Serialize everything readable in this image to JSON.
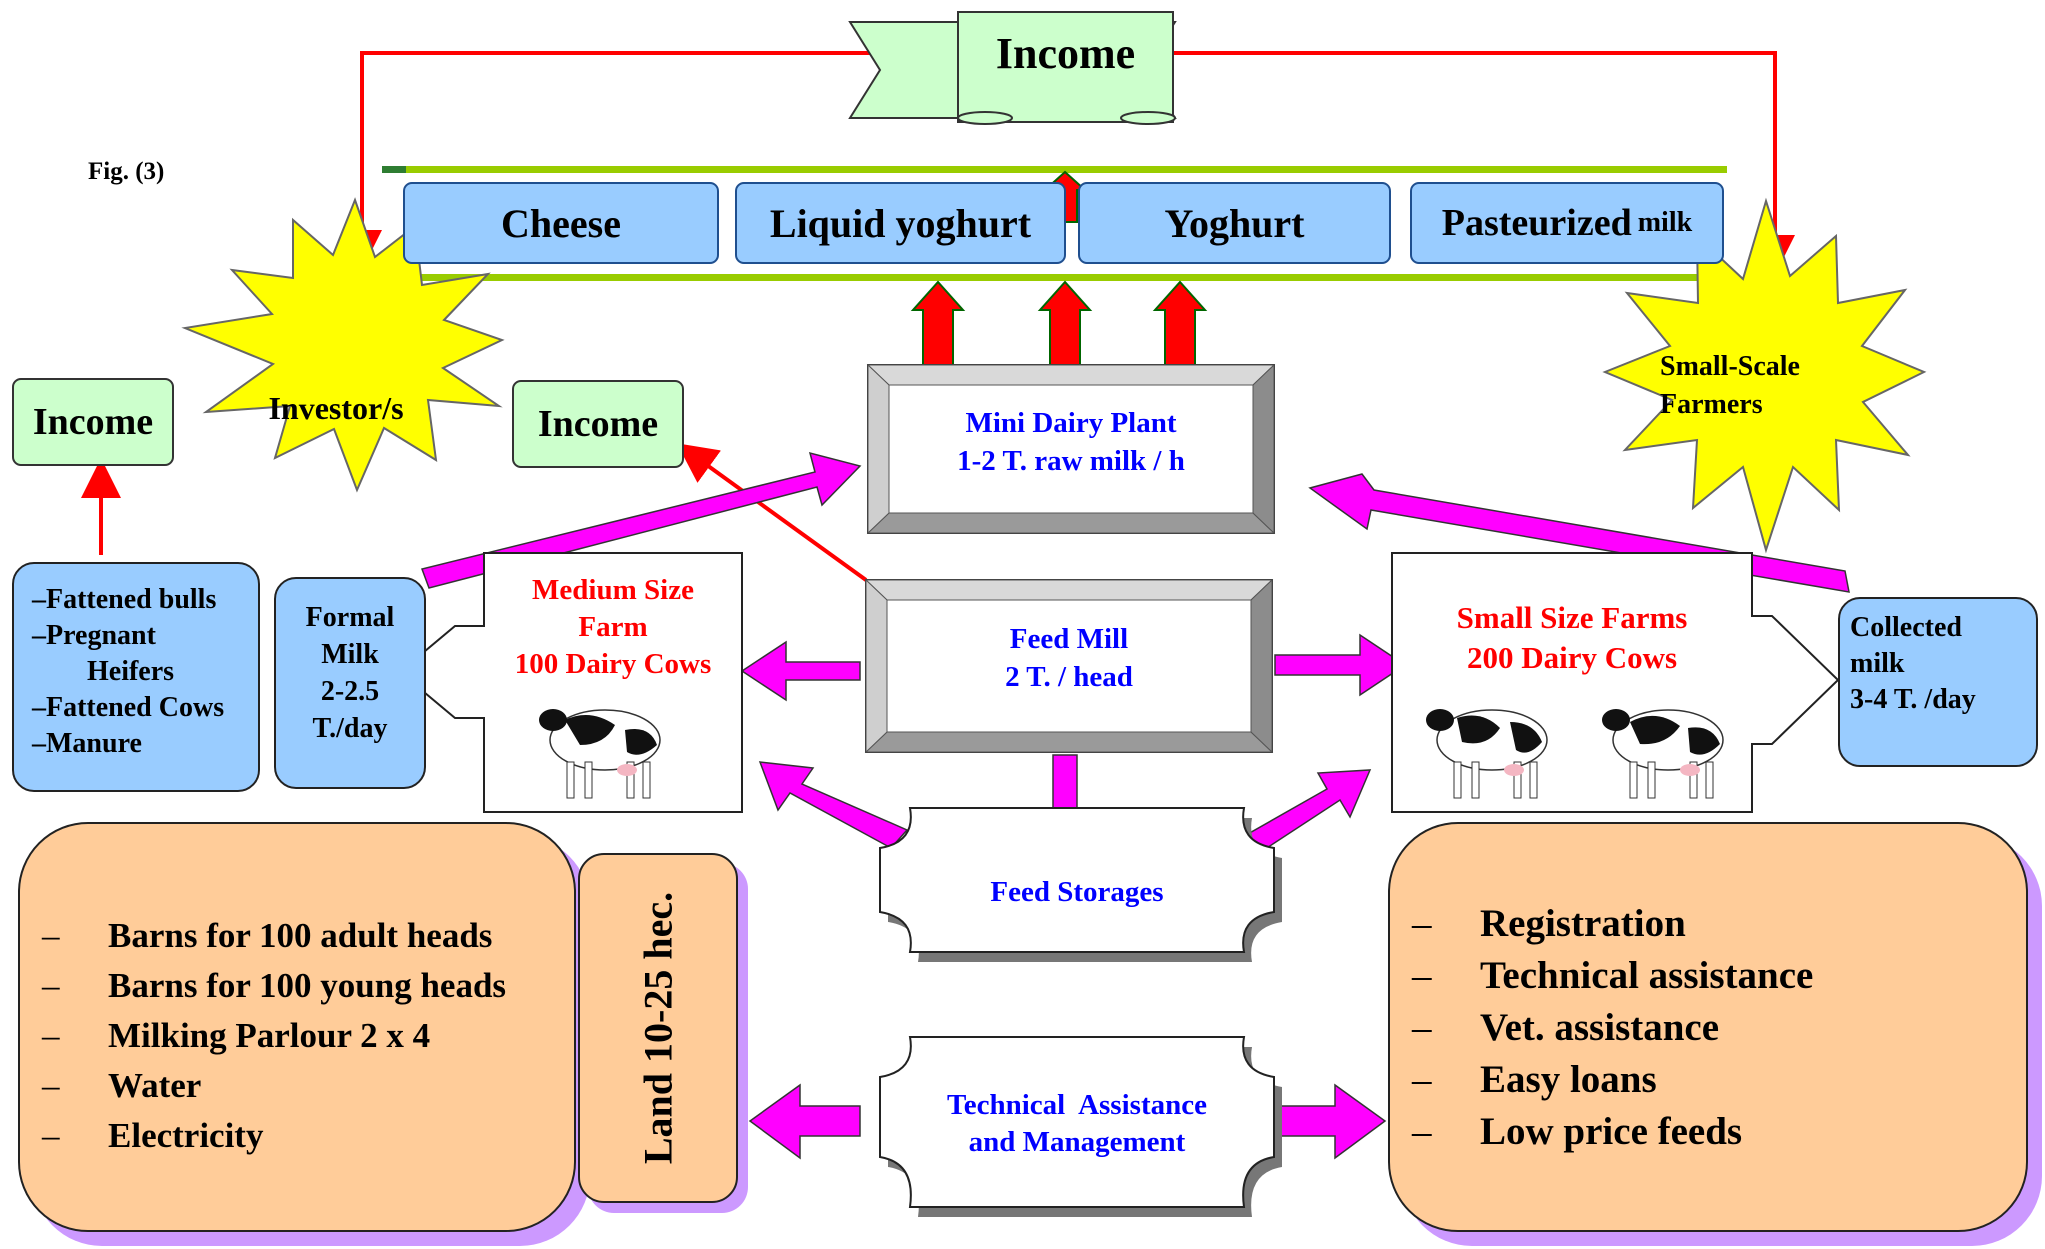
{
  "figure_label": "Fig. (3)",
  "income_banner": "Income",
  "products": [
    "Cheese",
    "Liquid yoghurt",
    "Yoghurt"
  ],
  "pasteurized": {
    "main": "Pasteurized",
    "suffix": "milk"
  },
  "investor": "Investor/s",
  "small_scale": {
    "line1": "Small-Scale",
    "line2": "Farmers"
  },
  "income_left": "Income",
  "income_mid": "Income",
  "dairy_plant": {
    "line1": "Mini Dairy Plant",
    "line2": "1-2 T. raw milk / h"
  },
  "feed_mill": {
    "line1": "Feed Mill",
    "line2": "2 T. / head"
  },
  "feed_storages": "Feed Storages",
  "tech_assist": {
    "line1": "Technical  Assistance",
    "line2": "and Management"
  },
  "medium_farm": {
    "line1": "Medium Size",
    "line2": "Farm",
    "line3": "100 Dairy Cows"
  },
  "small_farms": {
    "line1": "Small Size Farms",
    "line2": "200 Dairy Cows"
  },
  "byproducts": [
    {
      "dash": "–",
      "text": "Fattened bulls"
    },
    {
      "dash": "–",
      "text": "Pregnant"
    },
    {
      "dash": "",
      "text": "Heifers"
    },
    {
      "dash": "–",
      "text": "Fattened Cows"
    },
    {
      "dash": "–",
      "text": "Manure"
    }
  ],
  "formal_milk": {
    "line1": "Formal",
    "line2": "Milk",
    "line3": "2-2.5",
    "line4": "T./day"
  },
  "collected_milk": {
    "line1": "Collected",
    "line2": "milk",
    "line3": "3-4 T. /day"
  },
  "left_infra": [
    "Barns for 100 adult heads",
    "Barns for 100 young heads",
    "Milking Parlour 2 x 4",
    "Water",
    "Electricity"
  ],
  "land": "Land 10-25 hec.",
  "right_services": [
    "Registration",
    "Technical assistance",
    "Vet. assistance",
    "Easy loans",
    "Low price feeds"
  ],
  "bullet_dash": "–",
  "colors": {
    "product_fill": "#99ccff",
    "income_fill": "#ccffcc",
    "star_fill": "#ffff00",
    "orange_fill": "#ffcc99",
    "shadow": "#cc99ff",
    "magenta_arrow": "#ff00ff",
    "red_line": "#ff0000",
    "blue_text": "#0000ff",
    "red_text": "#ff0000",
    "green_line": "#99cc00"
  }
}
